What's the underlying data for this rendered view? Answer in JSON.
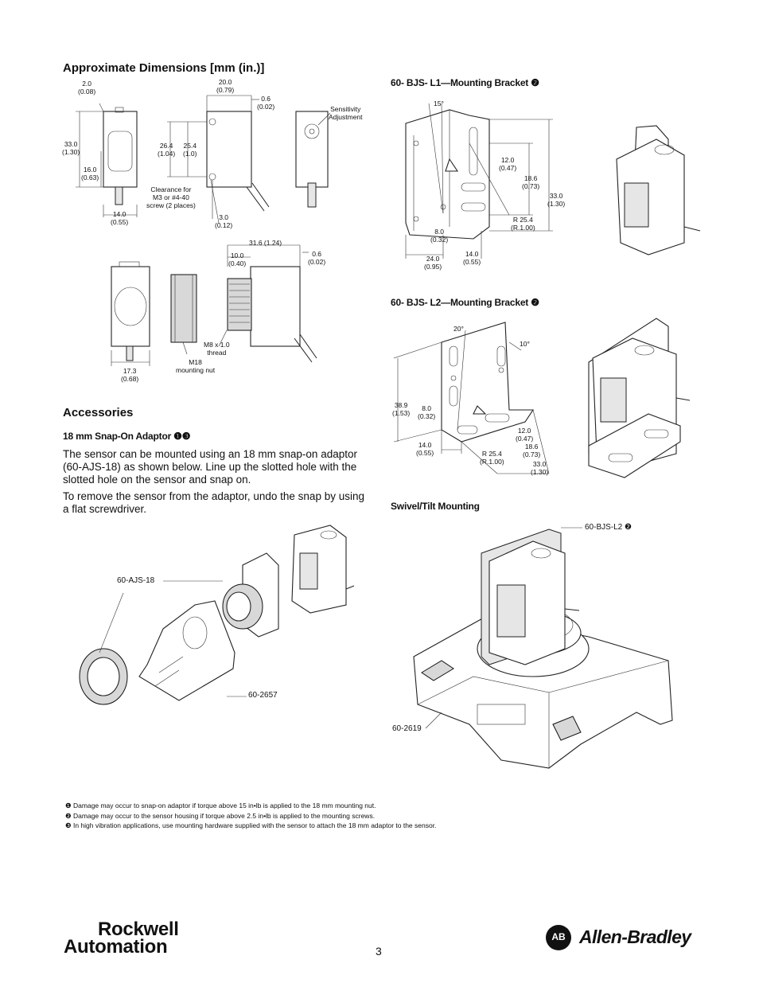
{
  "dimensions": {
    "title": "Approximate Dimensions [mm (in.)]",
    "labels": {
      "d1": "2.0\n(0.08)",
      "d2": "33.0\n(1.30)",
      "d3": "16.0\n(0.63)",
      "d4": "14.0\n(0.55)",
      "d5": "20.0\n(0.79)",
      "d6": "0.6\n(0.02)",
      "d7": "26.4\n(1.04)",
      "d8": "25.4\n(1.0)",
      "d9": "Clearance for\nM3 or #4-40\nscrew (2 places)",
      "d10": "3.0\n(0.12)",
      "d11": "Sensitivity\nAdjustment",
      "d12": "31.6 (1.24)",
      "d13": "10.0\n(0.40)",
      "d14": "0.6\n(0.02)",
      "d15": "M8 x 1.0\nthread",
      "d16": "M18\nmounting nut",
      "d17": "17.3\n(0.68)"
    }
  },
  "bracket_l1": {
    "title": "60- BJS- L1—Mounting Bracket ❷",
    "labels": {
      "a": "15°",
      "b": "12.0\n(0.47)",
      "c": "18.6\n(0.73)",
      "d": "33.0\n(1.30)",
      "e": "R 25.4\n(R.1.00)",
      "f": "8.0\n(0.32)",
      "g": "24.0\n(0.95)",
      "h": "14.0\n(0.55)"
    }
  },
  "bracket_l2": {
    "title": "60- BJS- L2—Mounting Bracket ❷",
    "labels": {
      "a": "20°",
      "b": "10°",
      "c": "38.9\n(1.53)",
      "d": "8.0\n(0.32)",
      "e": "12.0\n(0.47)",
      "f": "18.6\n(0.73)",
      "g": "14.0\n(0.55)",
      "h": "R 25.4\n(R.1.00)",
      "i": "33.0\n(1.30)"
    }
  },
  "accessories": {
    "title": "Accessories",
    "subtitle": "18 mm Snap-On Adaptor ❶❸",
    "para1": "The sensor can be mounted using an 18 mm snap-on adaptor (60-AJS-18) as shown below. Line up the slotted hole with the slotted hole on the sensor and snap on.",
    "para2": "To remove the sensor from the adaptor, undo the snap by using a flat screwdriver.",
    "callout_adaptor": "60-AJS-18",
    "callout_bracket": "60-2657"
  },
  "swivel": {
    "title": "Swivel/Tilt Mounting",
    "callout_bracket": "60-BJS-L2 ❷",
    "callout_base": "60-2619"
  },
  "footnotes": [
    "❶ Damage may occur to snap-on adaptor if torque above 15 in•lb is applied to the 18 mm mounting nut.",
    "❷ Damage may occur to the sensor housing if torque above 2.5 in•lb is applied to the mounting screws.",
    "❸ In high vibration applications, use mounting hardware supplied with the sensor to attach the 18 mm adaptor to the sensor."
  ],
  "footer": {
    "brand_left_line1": "Rockwell",
    "brand_left_line2": "Automation",
    "page_number": "3",
    "ab_logo_text": "AB",
    "brand_right": "Allen-Bradley"
  }
}
